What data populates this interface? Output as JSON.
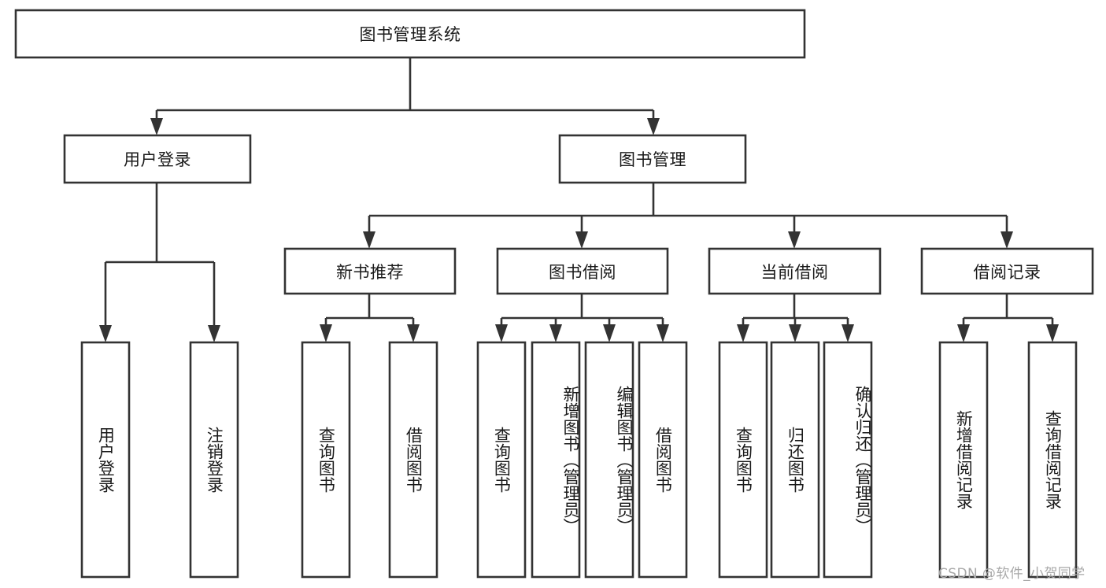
{
  "diagram": {
    "type": "tree",
    "orientation": "top-down",
    "title": "图书管理系统",
    "style": {
      "box_fill": "#ffffff",
      "box_stroke": "#333333",
      "text_color": "#1a1a1a",
      "background": "#ffffff",
      "watermark_color": "#a8a8a8"
    },
    "nodes": {
      "root": {
        "label": "图书管理系统",
        "level": 0,
        "orientation": "horizontal"
      },
      "n1": {
        "label": "用户登录",
        "level": 1,
        "orientation": "horizontal"
      },
      "n2": {
        "label": "图书管理",
        "level": 1,
        "orientation": "horizontal"
      },
      "n2a": {
        "label": "新书推荐",
        "level": 2,
        "orientation": "horizontal"
      },
      "n2b": {
        "label": "图书借阅",
        "level": 2,
        "orientation": "horizontal"
      },
      "n2c": {
        "label": "当前借阅",
        "level": 2,
        "orientation": "horizontal"
      },
      "n2d": {
        "label": "借阅记录",
        "level": 2,
        "orientation": "horizontal"
      },
      "l1": {
        "label": "用户登录",
        "level": 3,
        "orientation": "vertical"
      },
      "l2": {
        "label": "注销登录",
        "level": 3,
        "orientation": "vertical"
      },
      "l3": {
        "label": "查询图书",
        "level": 3,
        "orientation": "vertical"
      },
      "l4": {
        "label": "借阅图书",
        "level": 3,
        "orientation": "vertical"
      },
      "l5": {
        "label": "查询图书",
        "level": 3,
        "orientation": "vertical"
      },
      "l6": {
        "label": "新增图书（管理员）",
        "level": 3,
        "orientation": "vertical"
      },
      "l7": {
        "label": "编辑图书（管理员）",
        "level": 3,
        "orientation": "vertical"
      },
      "l8": {
        "label": "借阅图书",
        "level": 3,
        "orientation": "vertical"
      },
      "l9": {
        "label": "查询图书",
        "level": 3,
        "orientation": "vertical"
      },
      "l10": {
        "label": "归还图书",
        "level": 3,
        "orientation": "vertical"
      },
      "l11": {
        "label": "确认归还（管理员）",
        "level": 3,
        "orientation": "vertical"
      },
      "l12": {
        "label": "新增借阅记录",
        "level": 3,
        "orientation": "vertical"
      },
      "l13": {
        "label": "查询借阅记录",
        "level": 3,
        "orientation": "vertical"
      }
    },
    "edges": [
      {
        "from": "root",
        "to": "n1"
      },
      {
        "from": "root",
        "to": "n2"
      },
      {
        "from": "n1",
        "to": "l1"
      },
      {
        "from": "n1",
        "to": "l2"
      },
      {
        "from": "n2",
        "to": "n2a"
      },
      {
        "from": "n2",
        "to": "n2b"
      },
      {
        "from": "n2",
        "to": "n2c"
      },
      {
        "from": "n2",
        "to": "n2d"
      },
      {
        "from": "n2a",
        "to": "l3"
      },
      {
        "from": "n2a",
        "to": "l4"
      },
      {
        "from": "n2b",
        "to": "l5"
      },
      {
        "from": "n2b",
        "to": "l6"
      },
      {
        "from": "n2b",
        "to": "l7"
      },
      {
        "from": "n2b",
        "to": "l8"
      },
      {
        "from": "n2c",
        "to": "l9"
      },
      {
        "from": "n2c",
        "to": "l10"
      },
      {
        "from": "n2c",
        "to": "l11"
      },
      {
        "from": "n2d",
        "to": "l12"
      },
      {
        "from": "n2d",
        "to": "l13"
      }
    ]
  },
  "watermark": {
    "text": "CSDN @软件_小贺同学"
  }
}
